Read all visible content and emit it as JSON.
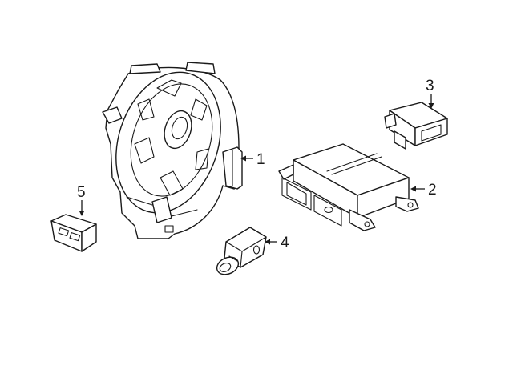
{
  "callouts": {
    "c1": "1",
    "c2": "2",
    "c3": "3",
    "c4": "4",
    "c5": "5"
  },
  "line_color": "#1a1a1a",
  "background": "#ffffff"
}
